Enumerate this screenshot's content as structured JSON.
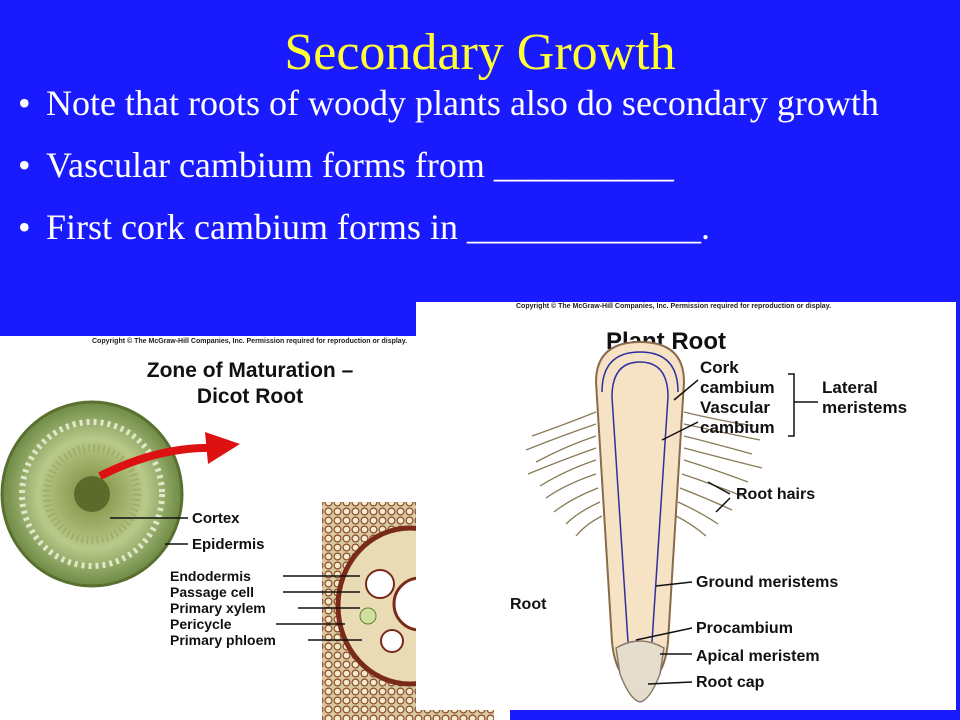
{
  "slide": {
    "title": "Secondary Growth",
    "bullets": [
      "Note that roots of woody plants also do secondary growth",
      "Vascular cambium forms from __________",
      "First cork cambium forms in _____________."
    ]
  },
  "left_figure": {
    "copyright": "Copyright © The McGraw-Hill Companies, Inc. Permission required for reproduction or display.",
    "heading_line1": "Zone of Maturation –",
    "heading_line2": "Dicot Root",
    "labels": [
      "Cortex",
      "Epidermis",
      "Endodermis",
      "Passage cell",
      "Primary xylem",
      "Pericycle",
      "Primary phloem"
    ]
  },
  "right_figure": {
    "copyright": "Copyright © The McGraw-Hill Companies, Inc. Permission required for reproduction or display.",
    "heading": "Plant Root",
    "labels": {
      "cork_cambium_1": "Cork",
      "cork_cambium_2": "cambium",
      "vascular_cambium_1": "Vascular",
      "vascular_cambium_2": "cambium",
      "lateral_meristems_1": "Lateral",
      "lateral_meristems_2": "meristems",
      "root_hairs": "Root hairs",
      "ground_meristems": "Ground meristems",
      "root": "Root",
      "procambium": "Procambium",
      "apical_meristem": "Apical meristem",
      "root_cap": "Root cap"
    }
  },
  "colors": {
    "background": "#1a1aff",
    "title": "#ffff33",
    "text": "#ffffff",
    "arrow": "#dd1111"
  }
}
